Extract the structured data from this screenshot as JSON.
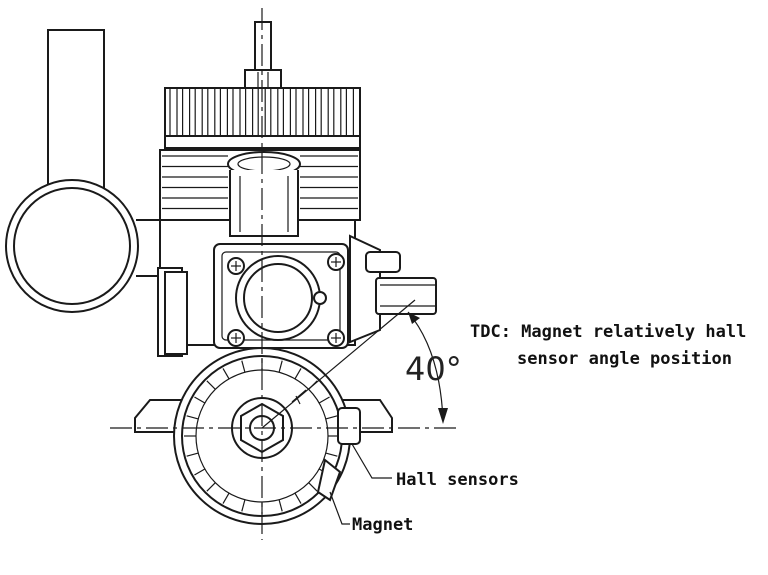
{
  "labels": {
    "tdc_line1": "TDC: Magnet relatively hall",
    "tdc_line2": "sensor angle position",
    "angle": "40°",
    "hall": "Hall sensors",
    "magnet": "Magnet"
  }
}
